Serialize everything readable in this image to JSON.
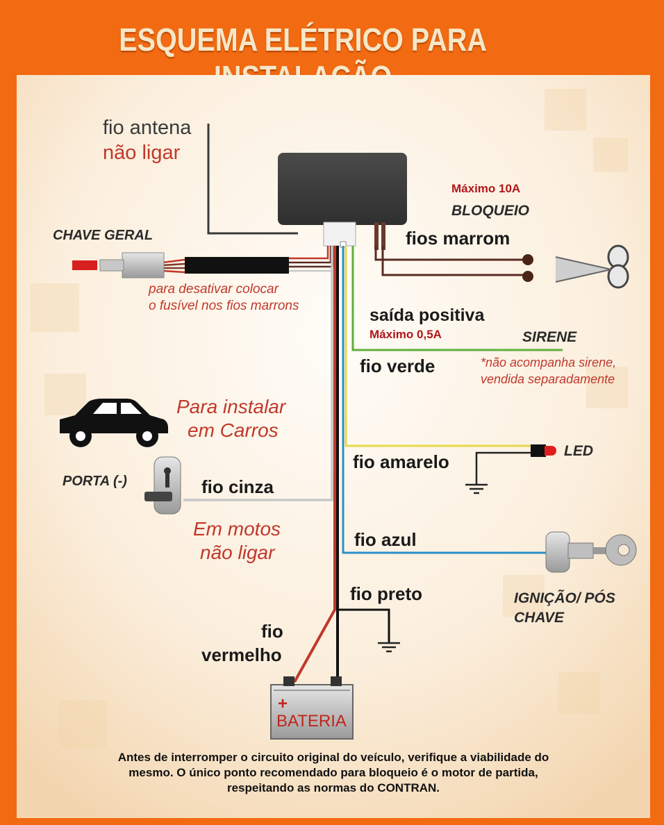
{
  "title": "ESQUEMA ELÉTRICO PARA INSTALAÇÃO",
  "labels": {
    "antenna_line1": "fio antena",
    "antenna_line2": "não ligar",
    "chave_geral": "CHAVE GERAL",
    "fuse_note_line1": "para desativar colocar",
    "fuse_note_line2": "o fusível nos fios marrons",
    "max_10a": "Máximo 10A",
    "bloqueio": "BLOQUEIO",
    "fios_marrom": "fios marrom",
    "saida_positiva": "saída positiva",
    "max_05a": "Máximo 0,5A",
    "sirene": "SIRENE",
    "fio_verde": "fio verde",
    "sirene_note_line1": "*não acompanha sirene,",
    "sirene_note_line2": "vendida separadamente",
    "carros_line1": "Para instalar",
    "carros_line2": "em Carros",
    "fio_amarelo": "fio amarelo",
    "led": "LED",
    "porta": "PORTA (-)",
    "fio_cinza": "fio cinza",
    "motos_line1": "Em motos",
    "motos_line2": "não ligar",
    "fio_azul": "fio azul",
    "ignicao_line1": "IGNIÇÃO/ PÓS",
    "ignicao_line2": "CHAVE",
    "fio_preto": "fio preto",
    "fio_vermelho_line1": "fio",
    "fio_vermelho_line2": "vermelho",
    "bateria_plus": "+",
    "bateria": "BATERIA"
  },
  "footer": {
    "line1": "Antes de interromper o circuito original do veículo, verifique a viabilidade do",
    "line2": "mesmo. O único ponto recomendado para bloqueio é o motor de partida,",
    "line3": "respeitando as normas do CONTRAN."
  },
  "colors": {
    "border": "#f26a12",
    "wire_brown": "#5a2a22",
    "wire_green": "#5fae3c",
    "wire_yellow": "#e8d84a",
    "wire_blue": "#2a8fc8",
    "wire_gray": "#c8c8c8",
    "wire_black": "#111111",
    "wire_red": "#c0382b"
  },
  "icons": [
    "car-icon",
    "door-lock-icon",
    "scissors-icon",
    "ignition-key-icon",
    "battery-icon",
    "ground-symbol-icon",
    "led-icon",
    "fuse-plug-icon",
    "module-box-icon"
  ]
}
